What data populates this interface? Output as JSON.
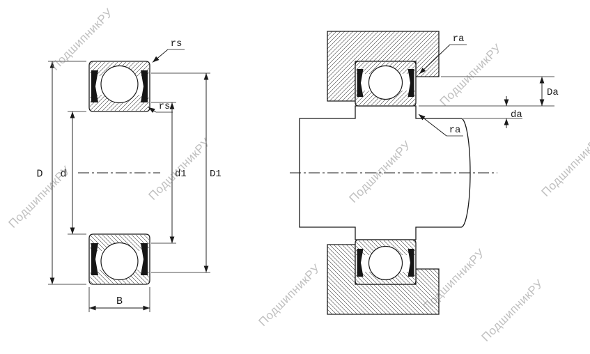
{
  "watermark": {
    "text": "ПодшипникРУ"
  },
  "left_view": {
    "description": "sealed-deep-groove-ball-bearing-cross-section",
    "labels": {
      "D": "D",
      "d": "d",
      "d1": "d1",
      "D1": "D1",
      "B": "B",
      "rs_outer": "rs",
      "rs_inner": "rs"
    }
  },
  "right_view": {
    "description": "bearing-mounted-on-shaft-in-housing",
    "labels": {
      "Da": "Da",
      "da": "da",
      "ra_housing": "ra",
      "ra_shaft": "ra"
    }
  },
  "colors": {
    "line": "#1a1a1a",
    "background": "#ffffff",
    "watermark_gray": "#bdbdbd",
    "seal_fill": "#161616"
  }
}
